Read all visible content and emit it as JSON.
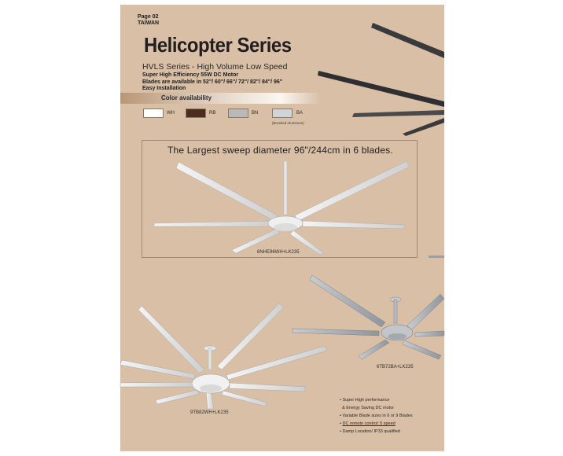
{
  "page": {
    "number": "Page 02",
    "region": "TAIWAN"
  },
  "header": {
    "title": "Helicopter Series",
    "subtitle": "HVLS Series - High Volume Low Speed",
    "specs": [
      "Super High Efficiency 55W DC Motor",
      "Blades are available in 52\"/ 60\"/ 66\"/ 72\"/ 82\"/ 84\"/ 96\"",
      "Easy Installation"
    ]
  },
  "colors": {
    "heading": "Color availability",
    "swatches": [
      {
        "code": "WH",
        "hex": "#ffffff"
      },
      {
        "code": "RB",
        "hex": "#4a2c1c"
      },
      {
        "code": "BN",
        "hex": "#b9b9b9"
      },
      {
        "code": "BA",
        "hex": "#cfd4d8"
      }
    ],
    "ba_note": "(Brushed Aluminum)"
  },
  "feature": {
    "headline": "The Largest sweep diameter 96\"/244cm in 6 blades.",
    "model": "6NHE96WH+LK235"
  },
  "models": {
    "left": "9TB82WH+LK235",
    "right": "6TB72BA+LK235"
  },
  "features": [
    "Super High performance",
    "& Energy Saving DC motor",
    "Variable Blade sizes in 6 or 9 Blades",
    "DC remote control: 5 speed",
    "Damp Location/ IP33 qualified"
  ]
}
